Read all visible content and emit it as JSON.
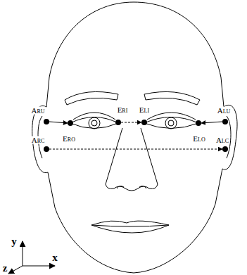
{
  "diagram": {
    "labels": [
      "ARU",
      "ERO",
      "ERI",
      "ELI",
      "ELO",
      "ALU",
      "ARC",
      "ALC",
      "y",
      "x",
      "z"
    ]
  }
}
